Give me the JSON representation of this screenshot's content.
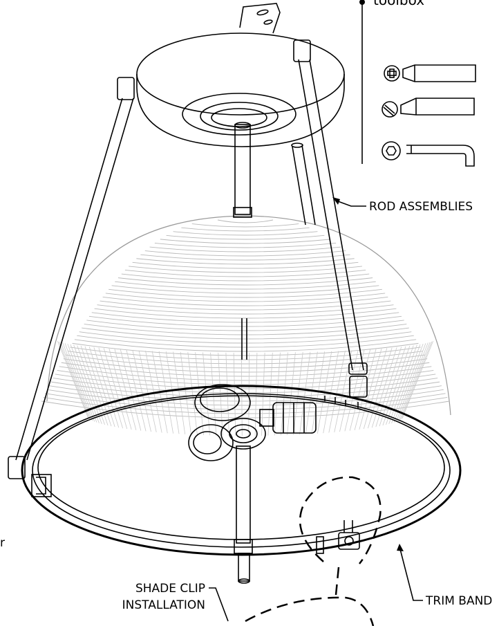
{
  "labels": {
    "toolbox": "toolbox",
    "rod_assemblies": "ROD ASSEMBLIES",
    "trim_band": "TRIM BAND",
    "shade_clip_line1": "SHADE CLIP",
    "shade_clip_line2": "INSTALLATION",
    "edge_fragment": "r"
  },
  "tools": [
    "phillips-screwdriver-icon",
    "flathead-screwdriver-icon",
    "hex-key-icon"
  ],
  "colors": {
    "line": "#000000",
    "shade_ribs": "#b8b8b8",
    "background": "#ffffff"
  }
}
